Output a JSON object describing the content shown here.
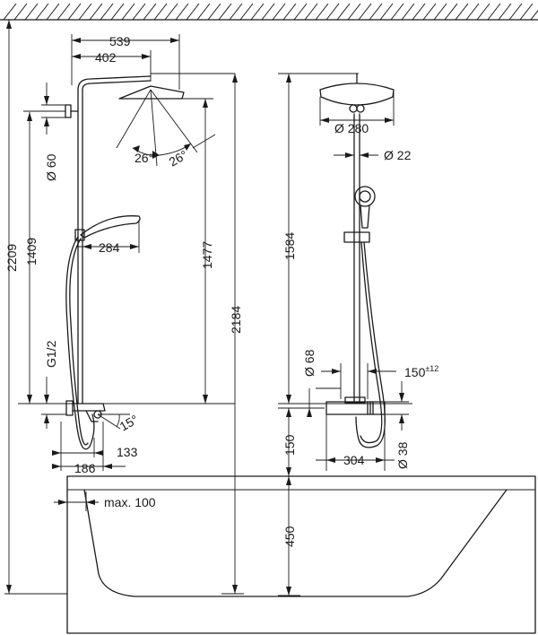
{
  "dimensions": {
    "d539": "539",
    "d402": "402",
    "d60": "Ø 60",
    "angle1": "26°",
    "angle2": "26°",
    "d284": "284",
    "d1477": "1477",
    "d2209": "2209",
    "d1409": "1409",
    "g12": "G1/2",
    "d2184": "2184",
    "d15deg": "15°",
    "d133": "133",
    "d186": "186",
    "d280": "Ø 280",
    "d22": "Ø 22",
    "d1584": "1584",
    "d68": "Ø 68",
    "d150tol": "150",
    "d150tol_sup": "±12",
    "d150": "150",
    "d304": "304",
    "d38": "Ø 38",
    "d450": "450",
    "max100": "max. 100"
  }
}
